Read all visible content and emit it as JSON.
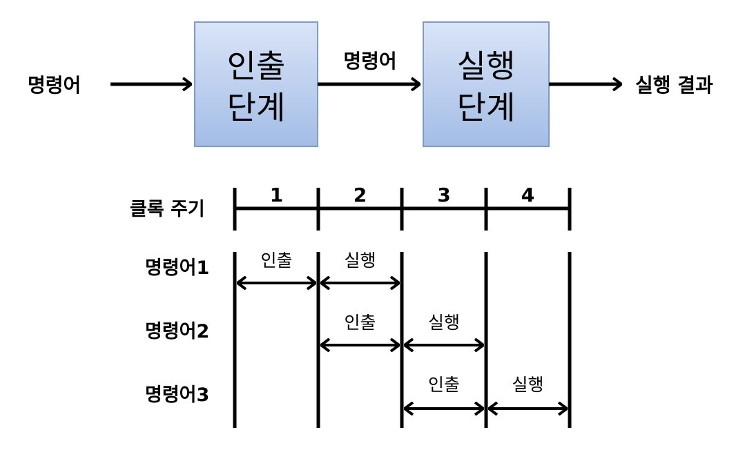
{
  "pipeline": {
    "input_label": "명령어",
    "fetch_stage": {
      "line1": "인출",
      "line2": "단계"
    },
    "middle_label": "명령어",
    "execute_stage": {
      "line1": "실행",
      "line2": "단계"
    },
    "output_label": "실행 결과"
  },
  "timing": {
    "clock_label": "클록 주기",
    "cycles": [
      "1",
      "2",
      "3",
      "4"
    ],
    "rows": [
      {
        "label": "명령어1",
        "fetch": "인출",
        "execute": "실행"
      },
      {
        "label": "명령어2",
        "fetch": "인출",
        "execute": "실행"
      },
      {
        "label": "명령어3",
        "fetch": "인출",
        "execute": "실행"
      }
    ]
  },
  "colors": {
    "box_top": "#d9e4f7",
    "box_bottom": "#a3bde6",
    "box_border": "#7e9ac6",
    "line": "#000000"
  }
}
